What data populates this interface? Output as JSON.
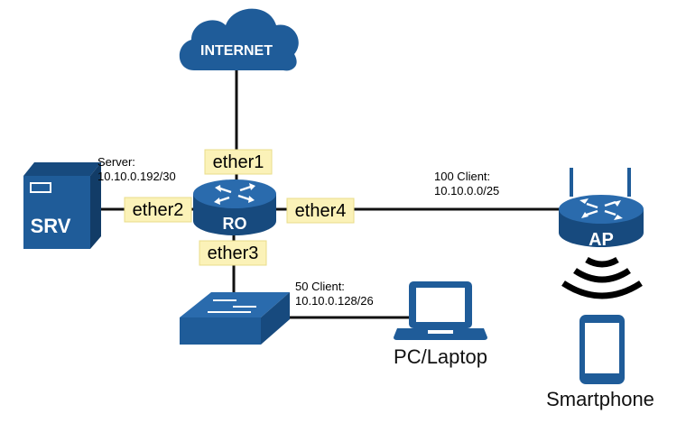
{
  "colors": {
    "device_blue": "#1f5c99",
    "device_dark": "#174a7e",
    "label_fill": "#fbf2b8",
    "link": "#111111"
  },
  "nodes": {
    "internet": {
      "label": "INTERNET",
      "icon": "cloud-icon"
    },
    "router": {
      "label": "RO",
      "icon": "router-icon"
    },
    "server": {
      "label": "SRV",
      "icon": "server-icon"
    },
    "switch": {
      "icon": "switch-icon"
    },
    "access_point": {
      "label": "AP",
      "icon": "access-point-icon"
    },
    "laptop": {
      "label": "PC/Laptop",
      "icon": "laptop-icon"
    },
    "smartphone": {
      "label": "Smartphone",
      "icon": "smartphone-icon"
    }
  },
  "ports": {
    "ether1": "ether1",
    "ether2": "ether2",
    "ether3": "ether3",
    "ether4": "ether4"
  },
  "networks": {
    "server": {
      "line1": "Server:",
      "line2": "10.10.0.192/30"
    },
    "wireless": {
      "line1": "100 Client:",
      "line2": "10.10.0.0/25"
    },
    "wired": {
      "line1": "50 Client:",
      "line2": "10.10.0.128/26"
    }
  }
}
